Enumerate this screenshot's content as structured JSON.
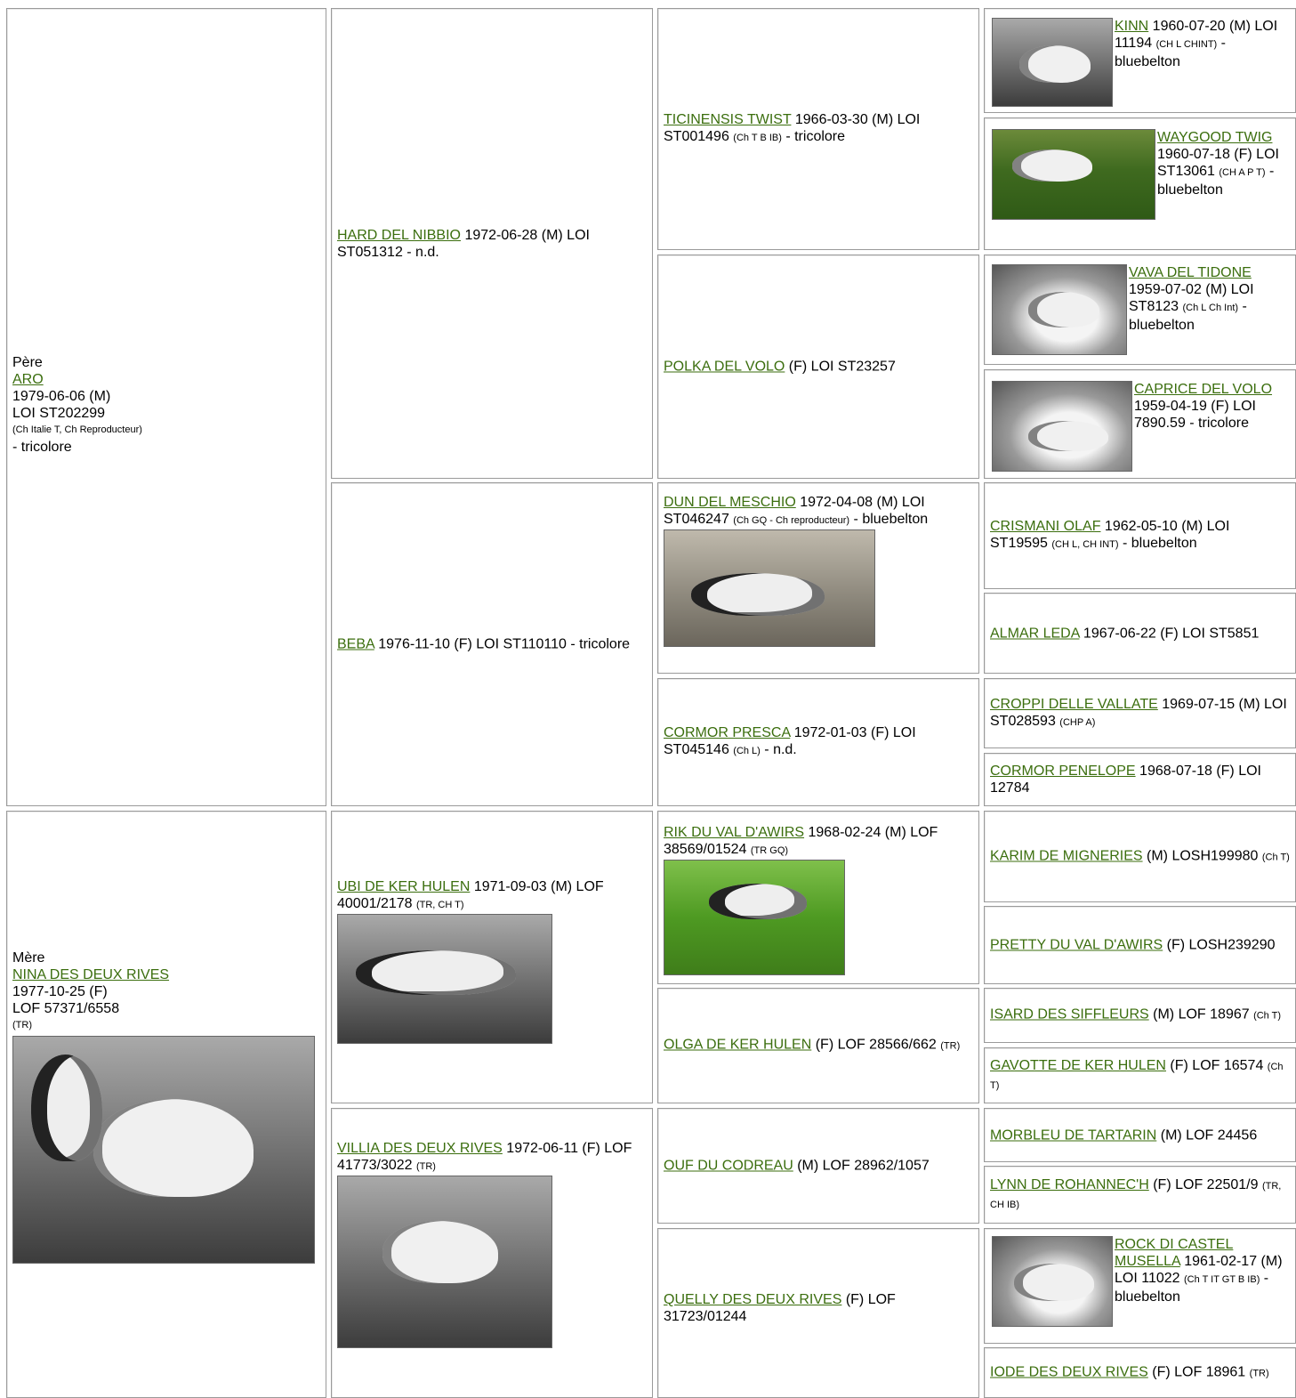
{
  "sire_section": {
    "sire": {
      "role": "Père",
      "name": "ARO",
      "date": "1979-06-06 (M)",
      "reg": "LOI ST202299",
      "titles": "(Ch Italie T, Ch Reproducteur)",
      "color": "- tricolore"
    },
    "sire_sire": {
      "name": "HARD DEL NIBBIO",
      "rest": " 1972-06-28 (M) LOI ST051312 - n.d."
    },
    "ss_sire": {
      "name": "TICINENSIS TWIST",
      "rest": " 1966-03-30 (M) LOI ST001496 ",
      "titles": "(Ch T B IB)",
      "tail": " - tricolore"
    },
    "ss_ss": {
      "name": "KINN",
      "rest": " 1960-07-20 (M) LOI 11194 ",
      "titles": "(CH L CHINT)",
      "tail": " - bluebelton"
    },
    "ss_sd": {
      "name": "WAYGOOD TWIG",
      "rest": " 1960-07-18 (F) LOI ST13061 ",
      "titles": "(CH A P T)",
      "tail": " - bluebelton"
    },
    "ss_dam": {
      "name": "POLKA DEL VOLO",
      "rest": " (F) LOI ST23257"
    },
    "sd_ss": {
      "name": "VAVA DEL TIDONE",
      "rest": " 1959-07-02 (M) LOI ST8123 ",
      "titles": "(Ch L Ch Int)",
      "tail": " - bluebelton"
    },
    "sd_sd": {
      "name": "CAPRICE DEL VOLO",
      "rest": " 1959-04-19 (F) LOI 7890.59 - tricolore"
    },
    "sire_dam": {
      "name": "BEBA",
      "rest": " 1976-11-10 (F) LOI ST110110 - tricolore"
    },
    "sdd_sire": {
      "name": "DUN DEL MESCHIO",
      "rest": " 1972-04-08 (M) LOI ST046247 ",
      "titles": "(Ch GQ - Ch reproducteur)",
      "tail": " - bluebelton"
    },
    "sdd_ss": {
      "name": "CRISMANI OLAF",
      "rest": " 1962-05-10 (M) LOI ST19595 ",
      "titles": "(CH L, CH INT)",
      "tail": " - bluebelton"
    },
    "sdd_sd": {
      "name": "ALMAR LEDA",
      "rest": " 1967-06-22 (F) LOI ST5851"
    },
    "sdd_dam": {
      "name": "CORMOR PRESCA",
      "rest": " 1972-01-03 (F) LOI ST045146 ",
      "titles": "(Ch L)",
      "tail": " - n.d."
    },
    "sddd_ss": {
      "name": "CROPPI DELLE VALLATE",
      "rest": " 1969-07-15 (M) LOI ST028593 ",
      "titles": "(CHP A)"
    },
    "sddd_sd": {
      "name": "CORMOR PENELOPE",
      "rest": " 1968-07-18 (F) LOI 12784"
    }
  },
  "dam_section": {
    "dam": {
      "role": "Mère",
      "name": "NINA DES DEUX RIVES",
      "date": "1977-10-25 (F)",
      "reg": "LOF 57371/6558",
      "titles": "(TR)"
    },
    "dam_sire": {
      "name": "UBI DE KER HULEN",
      "rest": " 1971-09-03 (M) LOF 40001/2178 ",
      "titles": "(TR, CH T)"
    },
    "ds_sire": {
      "name": "RIK DU VAL D'AWIRS",
      "rest": " 1968-02-24 (M) LOF 38569/01524 ",
      "titles": "(TR GQ)"
    },
    "ds_ss": {
      "name": "KARIM DE MIGNERIES",
      "rest": " (M) LOSH199980 ",
      "titles": "(Ch T)"
    },
    "ds_sd": {
      "name": "PRETTY DU VAL D'AWIRS",
      "rest": " (F) LOSH239290"
    },
    "ds_dam": {
      "name": "OLGA DE KER HULEN",
      "rest": " (F) LOF 28566/662 ",
      "titles": "(TR)"
    },
    "dsd_ss": {
      "name": "ISARD DES SIFFLEURS",
      "rest": " (M) LOF 18967 ",
      "titles": "(Ch T)"
    },
    "dsd_sd": {
      "name": "GAVOTTE DE KER HULEN",
      "rest": " (F) LOF 16574 ",
      "titles": "(Ch T)"
    },
    "dam_dam": {
      "name": "VILLIA DES DEUX RIVES",
      "rest": " 1972-06-11 (F) LOF 41773/3022 ",
      "titles": "(TR)"
    },
    "dd_sire": {
      "name": "OUF DU CODREAU",
      "rest": " (M) LOF 28962/1057"
    },
    "dd_ss": {
      "name": "MORBLEU DE TARTARIN",
      "rest": " (M) LOF 24456"
    },
    "dd_sd": {
      "name": "LYNN DE ROHANNEC'H",
      "rest": " (F) LOF 22501/9 ",
      "titles": "(TR, CH IB)"
    },
    "dd_dam": {
      "name": "QUELLY DES DEUX RIVES",
      "rest": " (F) LOF 31723/01244"
    },
    "ddd_ss": {
      "name": "ROCK DI CASTEL MUSELLA",
      "rest": " 1961-02-17 (M) LOI 11022 ",
      "titles": "(Ch T IT GT B IB)",
      "tail": " - bluebelton"
    },
    "ddd_sd": {
      "name": "IODE DES DEUX RIVES",
      "rest": " (F) LOF 18961 ",
      "titles": "(TR)"
    }
  }
}
